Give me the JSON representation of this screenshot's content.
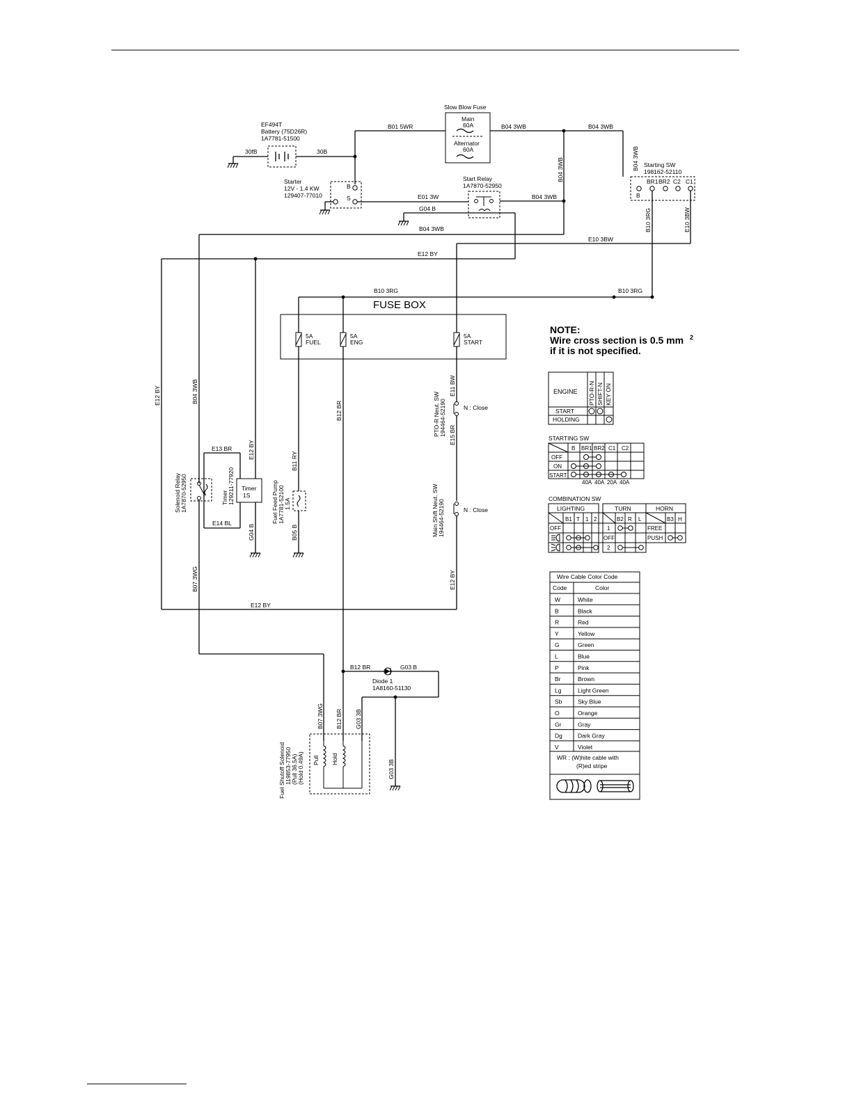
{
  "battery": {
    "model": "EF494T",
    "desc": "Battery (75D26R)",
    "part": "1A7781-51500",
    "wire_neg": "30fB",
    "wire_pos": "30B"
  },
  "starter": {
    "name": "Starter",
    "spec": "12V - 1.4 KW",
    "part": "129407-77010",
    "term_b": "B",
    "term_s": "S"
  },
  "slow_blow_fuse": {
    "title": "Slow Blow Fuse",
    "main": "Main",
    "main_amp": "60A",
    "alt": "Alternator",
    "alt_amp": "60A"
  },
  "start_relay": {
    "name": "Start Relay",
    "part": "1A7870-52950"
  },
  "starting_sw": {
    "name": "Starting SW",
    "part": "198162-52110",
    "terms": [
      "BR1",
      "BR2",
      "C2",
      "C1"
    ],
    "term_b": "B"
  },
  "wires": {
    "b01": "B01 5WR",
    "b04a": "B04 3WB",
    "b04b": "B04 3WB",
    "b04_vert": "B04 3WB",
    "b04_sw": "B04 3WB",
    "e01": "E01 3W",
    "b04_relay": "B04 3WB",
    "g04": "G04 B",
    "b04_low": "B04 3WB",
    "e10": "E10 3BW",
    "e12_top": "E12 BY",
    "b10_top": "B10 3RG",
    "b10_right": "B10 3RG",
    "b10_sw": "B10 3RG",
    "e10_sw": "E10 3BW",
    "e12_left": "E12 BY",
    "b04_left": "B04 3WB",
    "e13": "E13 BR",
    "e12_timer": "E12 BY",
    "e14": "E14 BL",
    "g04_timer": "G04 B",
    "b11": "B11 RY",
    "b05": "B05 B",
    "b12_mid": "B12 BR",
    "e11": "E11 BW",
    "e15": "E15 BR",
    "e12_right": "E12 BY",
    "b07": "B07 3WG",
    "e12_bottom": "E12 BY",
    "b12_bot": "B12 BR",
    "g03_bot": "G03 B",
    "b07_sol": "B07 3WG",
    "b12_sol": "B12 BR",
    "g03_sol": "G03 3B",
    "g03_ground": "G03 3B"
  },
  "fuse_box": {
    "title": "FUSE BOX",
    "fuel": [
      "5A",
      "FUEL"
    ],
    "eng": [
      "5A",
      "ENG"
    ],
    "start": [
      "5A",
      "START"
    ]
  },
  "note": {
    "line1": "NOTE:",
    "line2": "Wire cross section is 0.5 mm",
    "sup": "2",
    "line3": "if it is not specified."
  },
  "solenoid_relay": {
    "name": "Solenoid Relay",
    "part": "1A7870-52950"
  },
  "timer": {
    "name": "Timer",
    "part": "129211-77920",
    "inner1": "Timer",
    "inner2": "1S"
  },
  "fuel_pump": {
    "name": "Fuel Feed Pump",
    "part": "1A7781-52100",
    "amp": "1.5A"
  },
  "pto_sw": {
    "name": "PTO-R Neut. SW",
    "part": "194464-52190",
    "label": "N : Close"
  },
  "main_shift_sw": {
    "name": "Main Shift Neut. SW",
    "part": "194464-52190",
    "label": "N : Close"
  },
  "diode": {
    "name": "Diode 1",
    "part": "1A8160-51130"
  },
  "fuel_solenoid": {
    "name": "Fuel Shutoff Solenoid",
    "part": "119853-77950",
    "pull": "(Pull 36.5A)",
    "hold_amp": "(Hold 0.49A)",
    "coil_pull": "Pull",
    "coil_hold": "Hold"
  },
  "engine_table": {
    "col0": "ENGINE",
    "cols": [
      "PTO-R-N",
      "SHIFT-N",
      "KEY ON"
    ],
    "rows": [
      "START",
      "HOLDING"
    ]
  },
  "starting_table": {
    "title": "STARTING SW",
    "cols": [
      "B",
      "BR1",
      "BR2",
      "C1",
      "C2"
    ],
    "rows": [
      "OFF",
      "ON",
      "START"
    ],
    "amps": [
      "40A",
      "40A",
      "20A",
      "40A"
    ]
  },
  "combination_table": {
    "title": "COMBINATION SW",
    "groups": [
      "LIGHTING",
      "TURN",
      "HORN"
    ],
    "light_cols": [
      "B1",
      "T",
      "1",
      "2"
    ],
    "turn_cols": [
      "B2",
      "R",
      "L"
    ],
    "horn_cols": [
      "B3",
      "H"
    ],
    "light_rows": [
      "OFF"
    ],
    "turn_rows": [
      "1",
      "OFF",
      "2"
    ],
    "horn_rows": [
      "FREE",
      "PUSH"
    ]
  },
  "color_code": {
    "title": "Wire Cable Color Code",
    "header": [
      "Code",
      "Color"
    ],
    "rows": [
      [
        "W",
        "White"
      ],
      [
        "B",
        "Black"
      ],
      [
        "R",
        "Red"
      ],
      [
        "Y",
        "Yellow"
      ],
      [
        "G",
        "Green"
      ],
      [
        "L",
        "Blue"
      ],
      [
        "P",
        "Pink"
      ],
      [
        "Br",
        "Brown"
      ],
      [
        "Lg",
        "Light Green"
      ],
      [
        "Sb",
        "Sky Blue"
      ],
      [
        "O",
        "Orange"
      ],
      [
        "Gr",
        "Gray"
      ],
      [
        "Dg",
        "Dark Gray"
      ],
      [
        "V",
        "Violet"
      ]
    ],
    "note1": "WR : (W)hite cable with",
    "note2": "(R)ed stripe"
  }
}
